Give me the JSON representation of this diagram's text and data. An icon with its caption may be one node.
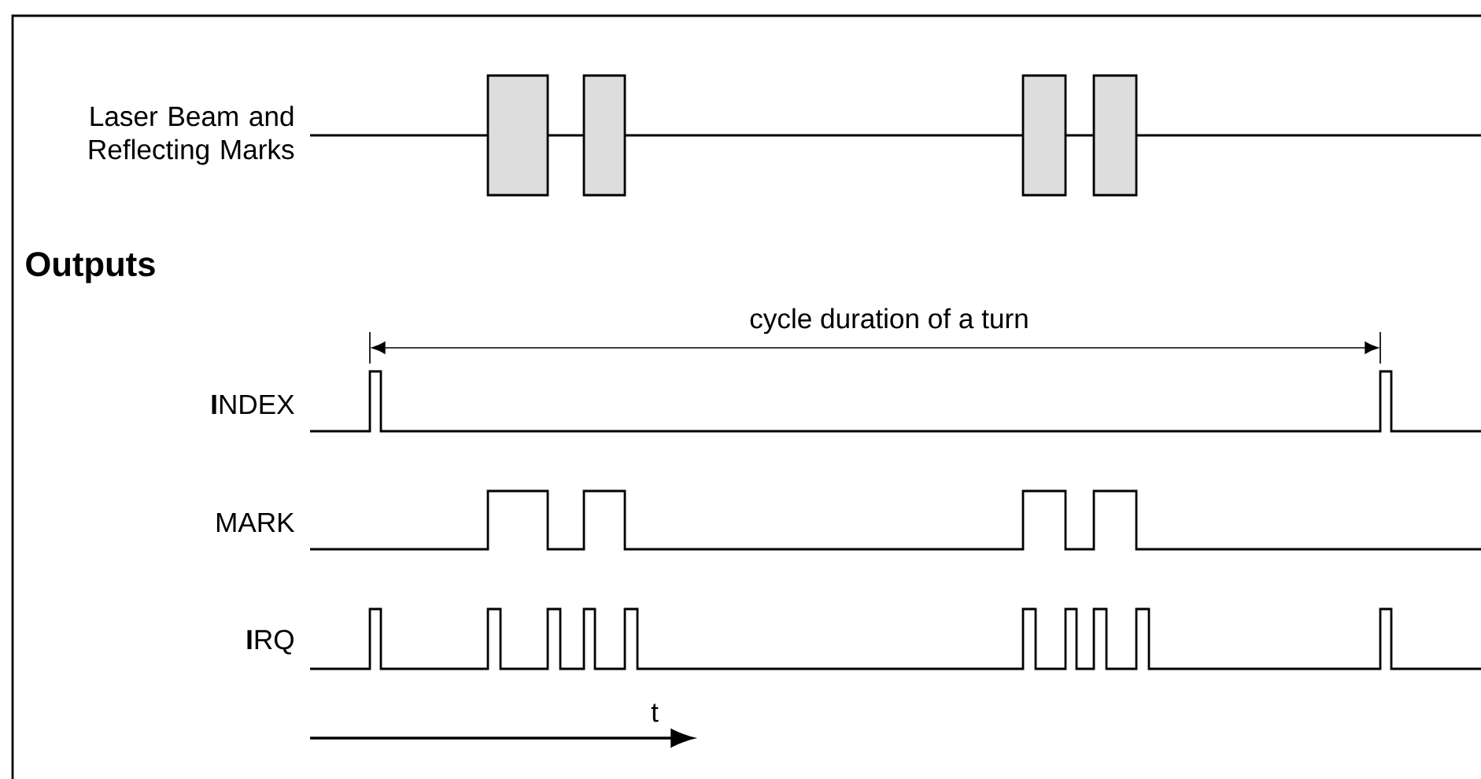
{
  "diagram": {
    "labels": [
      "Laser Beam and Reflecting Marks",
      "Outputs",
      "cycle duration of a turn",
      "**I**NDEX",
      "MARK",
      "**I**RQ",
      "t"
    ]
  }
}
